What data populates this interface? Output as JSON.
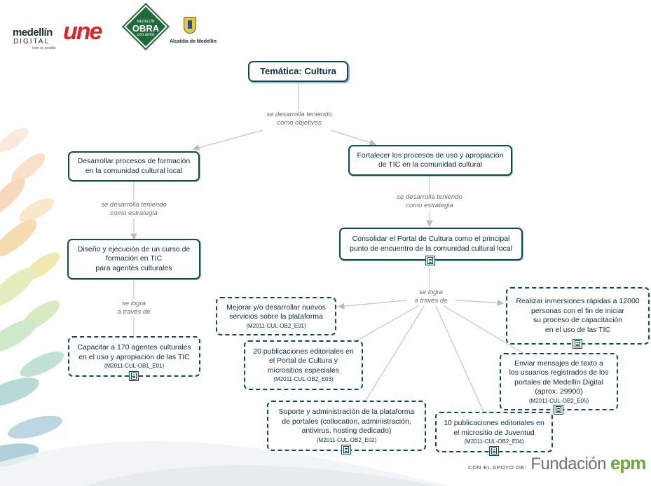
{
  "logos": {
    "medellin_digital": {
      "line1": "medellín",
      "line2": "DIGITAL",
      "tagline": "todo es posible"
    },
    "une": {
      "text": "une"
    },
    "medellin_obra": {
      "top": "MEDELLÍN",
      "main": "OBRA",
      "bottom": "con amor"
    },
    "alcaldia": {
      "text": "Alcaldía de Medellín"
    }
  },
  "concept_map": {
    "root": "Temática: Cultura",
    "link_root": "se desarrolla teniendo\ncomo objetivos",
    "left_branch": {
      "objective": "Desarrollar procesos de formación\nen la comunidad cultural local",
      "link_strategy": "se desarrolla teniendo\ncomo estrategia",
      "strategy": "Diseño y ejecución de un curso de\nformación en TIC\npara agentes culturales",
      "link_through": "se logra\na través de",
      "result": {
        "text": "Capacitar a 170 agentes culturales\nen el uso y apropiación de las TIC",
        "code": "(M2011-CUL-OB1_E01)"
      }
    },
    "right_branch": {
      "objective": "Fortalecer los procesos de uso y apropiación\nde TIC en la comunidad cultural",
      "link_strategy": "se desarrolla teniendo\ncomo estrategia",
      "strategy": "Consolidar el Portal de Cultura como el principal\npunto de encuentro de la comunidad cultural local",
      "link_through": "se logra\na través de",
      "results": [
        {
          "text": "Mejorar y/o desarrollar nuevos\nservicios sobre la plataforma",
          "code": "(M2011-CUL-OB2_E01)"
        },
        {
          "text": "20 publicaciones editoriales en\nel Portal de Cultura y\nmicrositios especiales",
          "code": "(M2011-CUL-OB2_E03)"
        },
        {
          "text": "Soporte y administración de la plataforma\nde portales (collocation, administración,\nantivirus, hosting dedicado)",
          "code": "(M2011-CUL-OB2_E02)"
        },
        {
          "text": "10 publicaciones editoriales en\nel micrositio de Juventud",
          "code": "(M2011-CUL-OB2_E04)"
        },
        {
          "text": "Enviar mensajes de texto a\nlos usuarios registrados de los\nportales de Medellín Digital\n(aprox. 29900)",
          "code": "(M2011-CUL-OB2_E05)"
        },
        {
          "text": "Realizar inmersiones rápidas a 12000\npersonas con el fin de iniciar\nsu proceso de  capacitación\nen el uso de las TIC",
          "code": ""
        }
      ]
    }
  },
  "footer": {
    "support_label": "CON EL APOYO DE:",
    "fundacion": "Fundación",
    "epm": "epm"
  },
  "colors": {
    "border": "#0f4a5a",
    "link_line": "#b8b8b8",
    "epm_green": "#6aa83c",
    "une_red": "#d8262c"
  }
}
